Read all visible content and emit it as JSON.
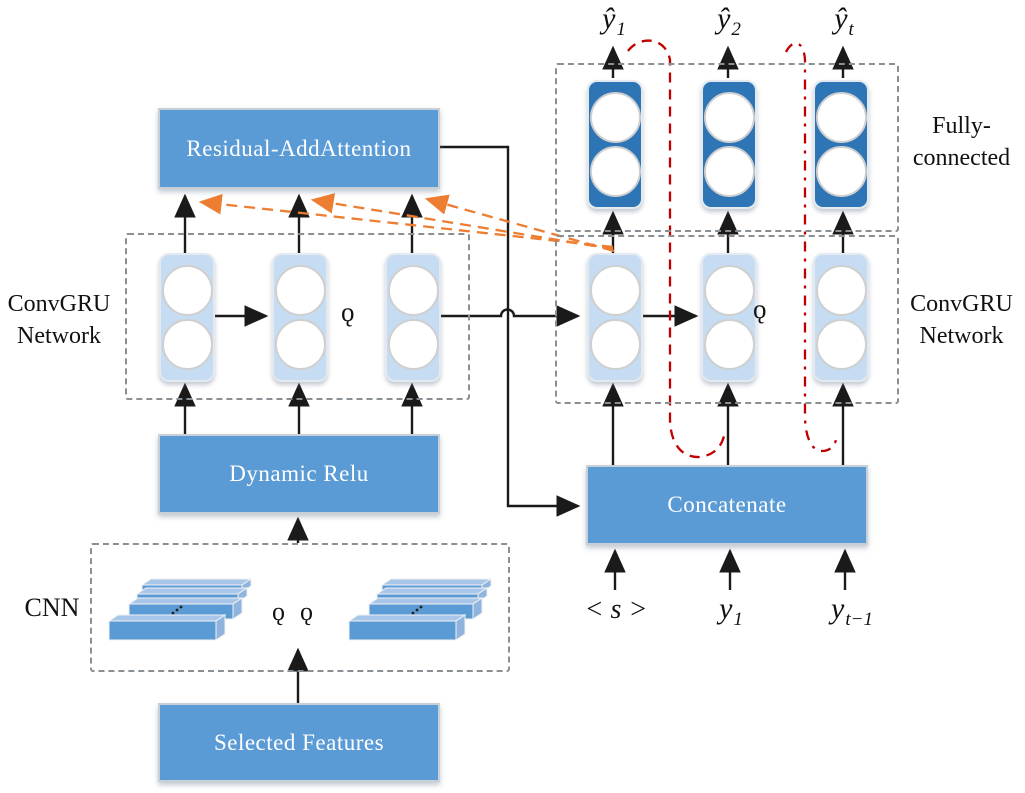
{
  "diagram": {
    "boxes": {
      "residual_attention": "Residual-AddAttention",
      "dynamic_relu": "Dynamic Relu",
      "concatenate": "Concatenate",
      "selected_features": "Selected Features"
    },
    "section_labels": {
      "encoder_network": {
        "line1": "ConvGRU",
        "line2": "Network"
      },
      "decoder_network": {
        "line1": "ConvGRU",
        "line2": "Network"
      },
      "fully_connected": {
        "line1": "Fully-",
        "line2": "connected"
      },
      "cnn": "CNN"
    },
    "outputs": [
      {
        "base": "ŷ",
        "sub": "1"
      },
      {
        "base": "ŷ",
        "sub": "2"
      },
      {
        "base": "ŷ",
        "sub": "t"
      }
    ],
    "inputs": {
      "start_token": "< s >",
      "y1": {
        "base": "y",
        "sub": "1"
      },
      "yt1": {
        "base": "y",
        "sub": "t−1"
      }
    },
    "ellipsis": {
      "encoder": "ǫ",
      "decoder": "ǫ",
      "cnn_left": "ǫ",
      "cnn_right": "ǫ"
    },
    "colors": {
      "box_blue": "#5B9BD5",
      "unit_dark_blue": "#2E75B6",
      "unit_light_blue": "#C5DCF2",
      "dash_gray": "#8A8F94",
      "arrow_black": "#1A1A1A",
      "attention_orange": "#ED7D31",
      "feedback_red": "#C00000"
    }
  }
}
